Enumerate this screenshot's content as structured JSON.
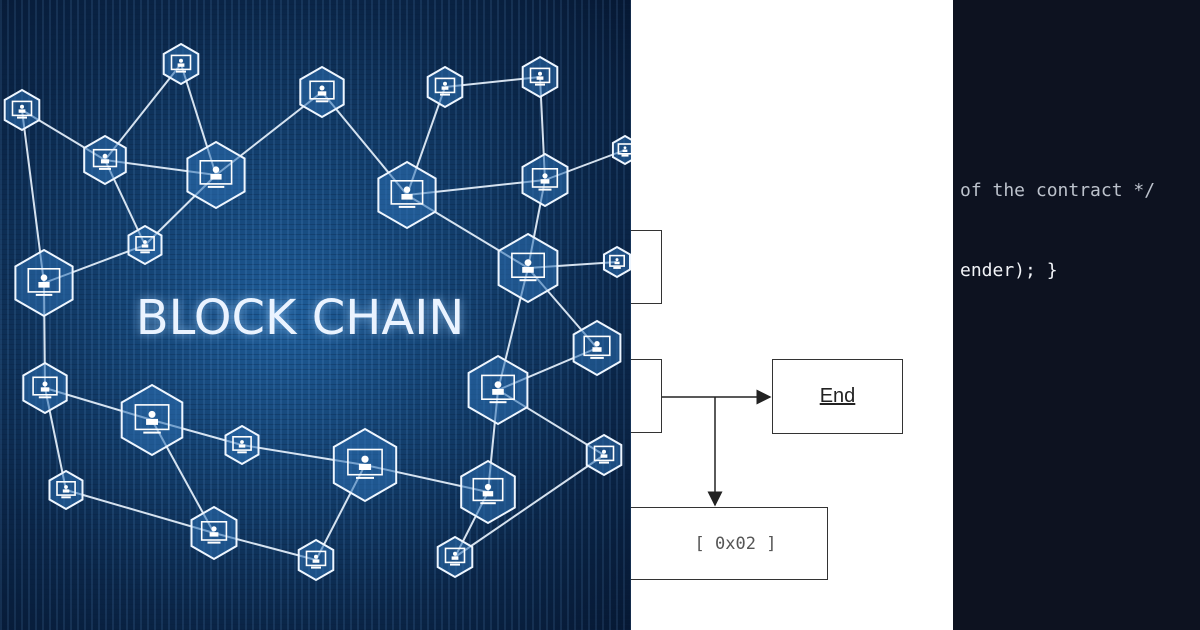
{
  "left_panel": {
    "title": "BLOCK CHAIN",
    "node_icon": "user-device-icon"
  },
  "middle_panel": {
    "end_label": "End",
    "bottom_box_label": "[ 0x02 ]"
  },
  "right_panel": {
    "code_lines": [
      "of the contract */",
      "ender); }"
    ]
  },
  "colors": {
    "left_background": "#0a2547",
    "node_fill": "#2c6fb3",
    "code_background": "#0d1220",
    "code_comment": "#bcc2cc",
    "code_text": "#f2f4f8"
  }
}
